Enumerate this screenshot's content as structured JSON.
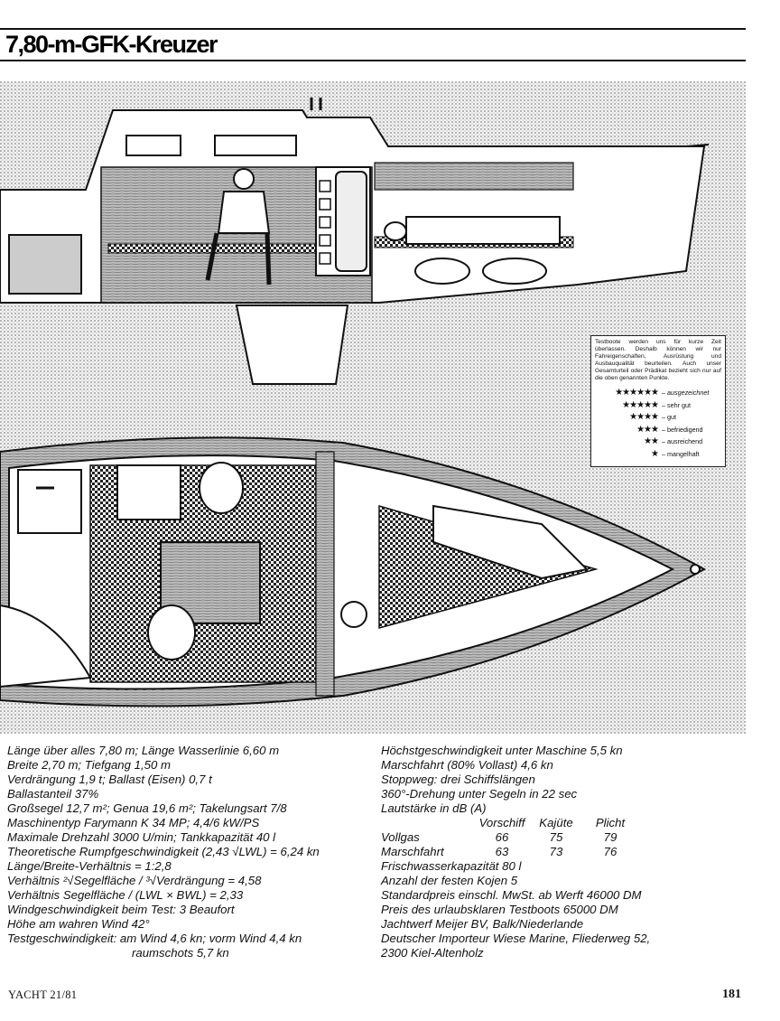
{
  "header": {
    "title": "7,80-m-GFK-Kreuzer"
  },
  "legend": {
    "note": "Testboote werden uns für kurze Zeit überlassen. Deshalb können wir nur Fahreigenschaften, Ausrüstung und Ausbauqualität beurteilen. Auch unser Gesamturteil oder Prädikat bezieht sich nur auf die oben genannten Punkte.",
    "ratings": [
      {
        "stars": 6,
        "symbols": "★★★★★★",
        "label": "– ausgezeichnet"
      },
      {
        "stars": 5,
        "symbols": "★★★★★",
        "label": "– sehr gut"
      },
      {
        "stars": 4,
        "symbols": "★★★★",
        "label": "– gut"
      },
      {
        "stars": 3,
        "symbols": "★★★",
        "label": "– befriedigend"
      },
      {
        "stars": 2,
        "symbols": "★★",
        "label": "– ausreichend"
      },
      {
        "stars": 1,
        "symbols": "★",
        "label": "– mangelhaft"
      }
    ]
  },
  "specs_left": [
    "Länge über alles 7,80 m; Länge Wasserlinie 6,60 m",
    "Breite 2,70 m; Tiefgang 1,50 m",
    "Verdrängung 1,9 t; Ballast (Eisen) 0,7 t",
    "Ballastanteil 37%",
    "Großsegel 12,7 m²; Genua 19,6 m²; Takelungsart 7/8",
    "Maschinentyp Farymann K 34 MP; 4,4/6 kW/PS",
    "Maximale Drehzahl 3000 U/min; Tankkapazität 40 l",
    "Theoretische Rumpfgeschwindigkeit (2,43 √LWL) = 6,24 kn",
    "Länge/Breite-Verhältnis = 1:2,8",
    "Verhältnis ²√Segelfläche / ³√Verdrängung = 4,58",
    "Verhältnis Segelfläche / (LWL × BWL) = 2,33",
    "Windgeschwindigkeit beim Test: 3 Beaufort",
    "Höhe am wahren Wind 42°",
    "Testgeschwindigkeit: am Wind 4,6 kn; vorm Wind 4,4 kn",
    "raumschots 5,7 kn"
  ],
  "specs_right_top": [
    "Höchstgeschwindigkeit unter Maschine 5,5 kn",
    "Marschfahrt (80% Vollast) 4,6 kn",
    "Stoppweg: drei Schiffslängen",
    "360°-Drehung unter Segeln in 22 sec",
    "Lautstärke in dB (A)"
  ],
  "noise_table": {
    "headers": [
      "",
      "Vorschiff",
      "Kajüte",
      "Plicht"
    ],
    "rows": [
      {
        "label": "Vollgas",
        "vorschiff": "66",
        "kajuete": "75",
        "plicht": "79"
      },
      {
        "label": "Marschfahrt",
        "vorschiff": "63",
        "kajuete": "73",
        "plicht": "76"
      }
    ]
  },
  "specs_right_bottom": [
    "Frischwasserkapazität 80 l",
    "Anzahl der festen Kojen 5",
    "Standardpreis einschl. MwSt. ab Werft 46000 DM",
    "Preis des urlaubsklaren Testboots 65000 DM",
    "Jachtwerf Meijer BV, Balk/Niederlande",
    "Deutscher Importeur Wiese Marine, Fliederweg 52,",
    "2300 Kiel-Altenholz"
  ],
  "footer": {
    "issue": "YACHT 21/81",
    "page_number": "181"
  }
}
